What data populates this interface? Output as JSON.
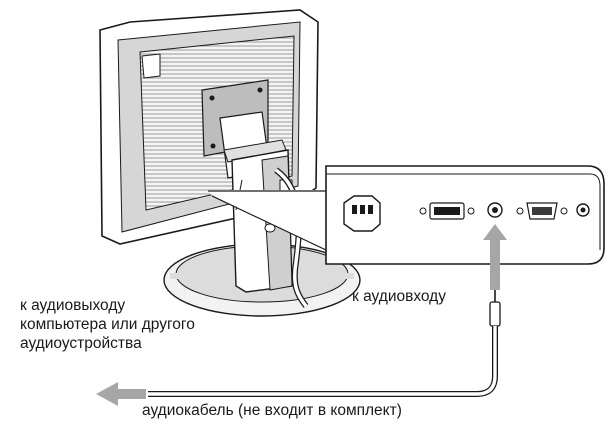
{
  "labels": {
    "to_audio_output": [
      "к аудиовыходу",
      "компьютера или другого",
      "аудиоустройства"
    ],
    "to_audio_input": "к аудиовходу",
    "audio_cable": "аудиокабель (не входит в комплект)"
  },
  "colors": {
    "line": "#1a1a1a",
    "arrow": "#a6a6a6",
    "panel_fill": "#ffffff",
    "screen_gray": "#d9d9d9",
    "dark_gray": "#8c8c8c",
    "back_gray": "#efefef"
  }
}
